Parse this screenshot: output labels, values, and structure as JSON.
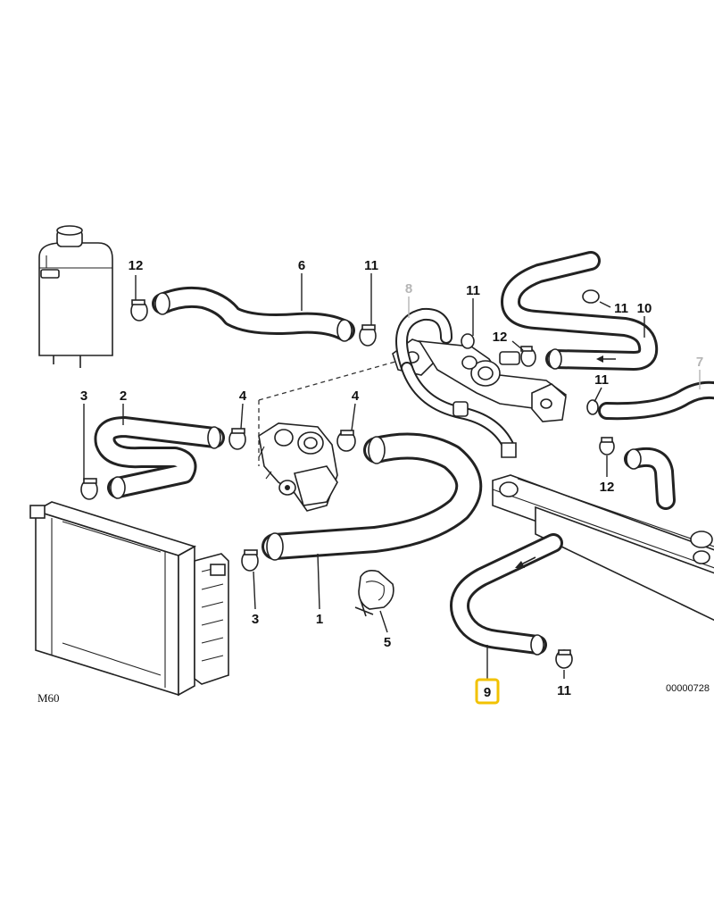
{
  "diagram": {
    "model_label": "M60",
    "reference_number": "00000728",
    "highlighted_callout": "9",
    "highlight_color": "#f2c200",
    "callouts": {
      "c1": "1",
      "c2": "2",
      "c3a": "3",
      "c3b": "3",
      "c4a": "4",
      "c4b": "4",
      "c5": "5",
      "c6": "6",
      "c7": "7",
      "c8": "8",
      "c9": "9",
      "c10": "10",
      "c11a": "11",
      "c11b": "11",
      "c11c": "11",
      "c11d": "11",
      "c11e": "11",
      "c12a": "12",
      "c12b": "12",
      "c12c": "12"
    }
  }
}
